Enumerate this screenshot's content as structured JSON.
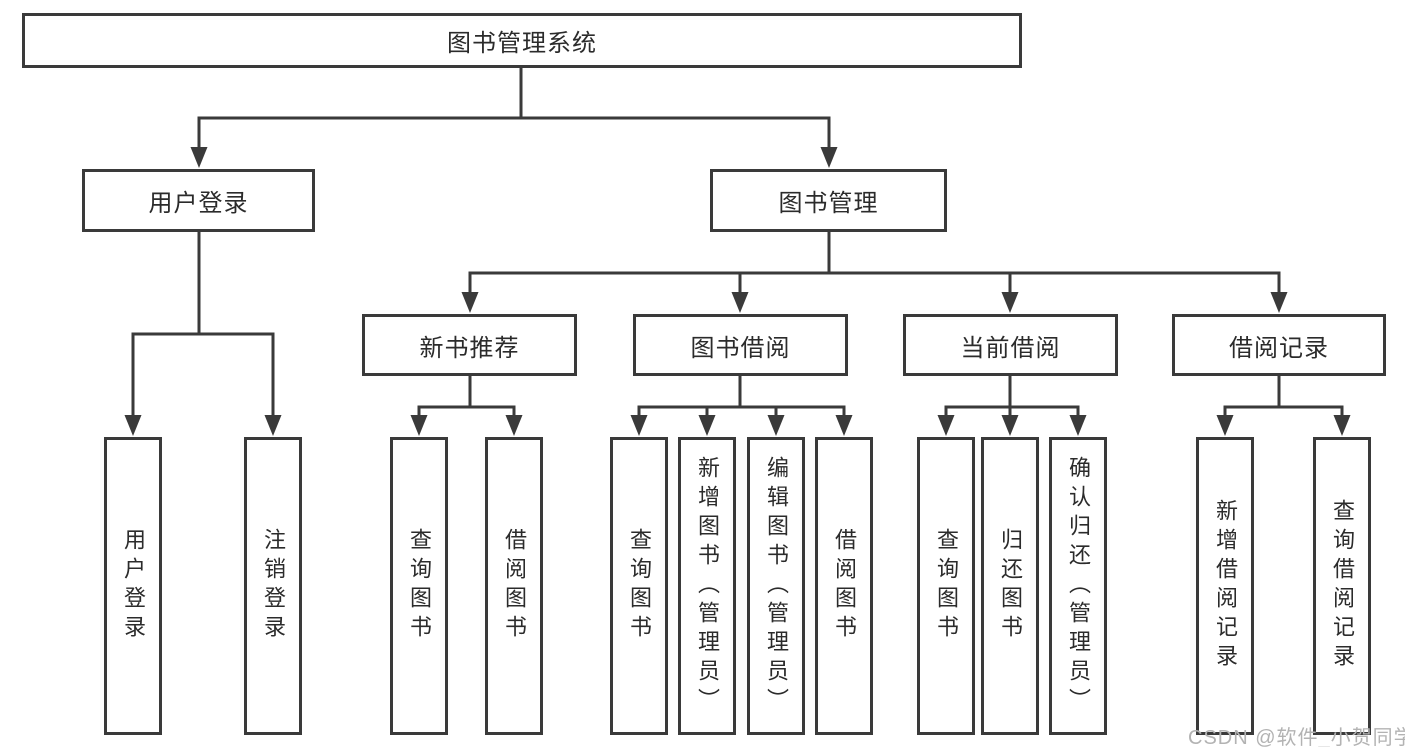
{
  "nodes": {
    "root": "图书管理系统",
    "user_login": "用户登录",
    "book_management": "图书管理",
    "new_book_recommend": "新书推荐",
    "book_borrow": "图书借阅",
    "current_borrow": "当前借阅",
    "borrow_records": "借阅记录",
    "leaves": [
      "用户登录",
      "注销登录",
      "查询图书",
      "借阅图书",
      "查询图书",
      "新增图书（管理员）",
      "编辑图书（管理员）",
      "借阅图书",
      "查询图书",
      "归还图书",
      "确认归还（管理员）",
      "新增借阅记录",
      "查询借阅记录"
    ]
  },
  "colors": {
    "line": "#3a3a3a",
    "text": "#2b2b2b",
    "watermark": "#b3b3b3",
    "background": "#ffffff"
  },
  "watermark": {
    "text": "CSDN @软件_小贺同学"
  }
}
